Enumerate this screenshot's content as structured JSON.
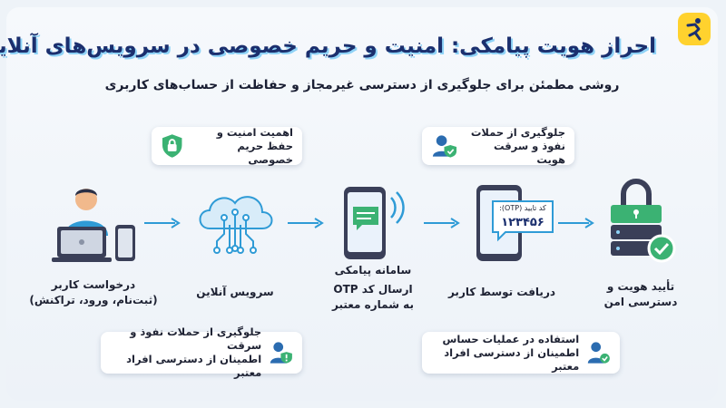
{
  "header": {
    "title": "احراز هویت پیامکی: امنیت و حریم خصوصی در سرویس‌های آنلاین",
    "subtitle": "روشی مطمئن برای جلوگیری از دسترسی غیرمجاز و حفاظت از حساب‌های کاربری"
  },
  "top_cards": {
    "privacy": {
      "line1": "اهمیت امنیت و",
      "line2": "حفظ حریم خصوصی"
    },
    "attacks": {
      "line1": "جلوگیری از حملات",
      "line2": "نفوذ و سرقت هویت"
    }
  },
  "nodes": {
    "user": {
      "line1": "درخواست کاربر",
      "line2": "(ثبت‌نام، ورود، تراکنش)"
    },
    "cloud": {
      "line1": "سرویس آنلاین"
    },
    "sms": {
      "title": "سامانه پیامکی",
      "line1": "ارسال کد OTP",
      "line2": "به شماره معتبر"
    },
    "receive": {
      "line1": "دریافت توسط کاربر"
    },
    "verify": {
      "line1": "تأیید هویت و",
      "line2": "دسترسی امن"
    }
  },
  "otp_bubble": {
    "label": "کد تایید (OTP):",
    "code": "۱۲۳۴۵۶"
  },
  "bottom_cards": {
    "left": {
      "line1": "جلوگیری از حملات نفوذ و سرقت",
      "line2": "اطمینان از دسترسی افراد معتبر"
    },
    "right": {
      "line1": "استفاده در عملیات حساس",
      "line2": "اطمینان از دسترسی افراد معتبر"
    }
  },
  "colors": {
    "accent": "#2f9bd6",
    "title": "#1b2f6e",
    "title_shadow": "#8fd3f7",
    "check_green": "#3bb273",
    "logo_yellow": "#ffd22e"
  }
}
